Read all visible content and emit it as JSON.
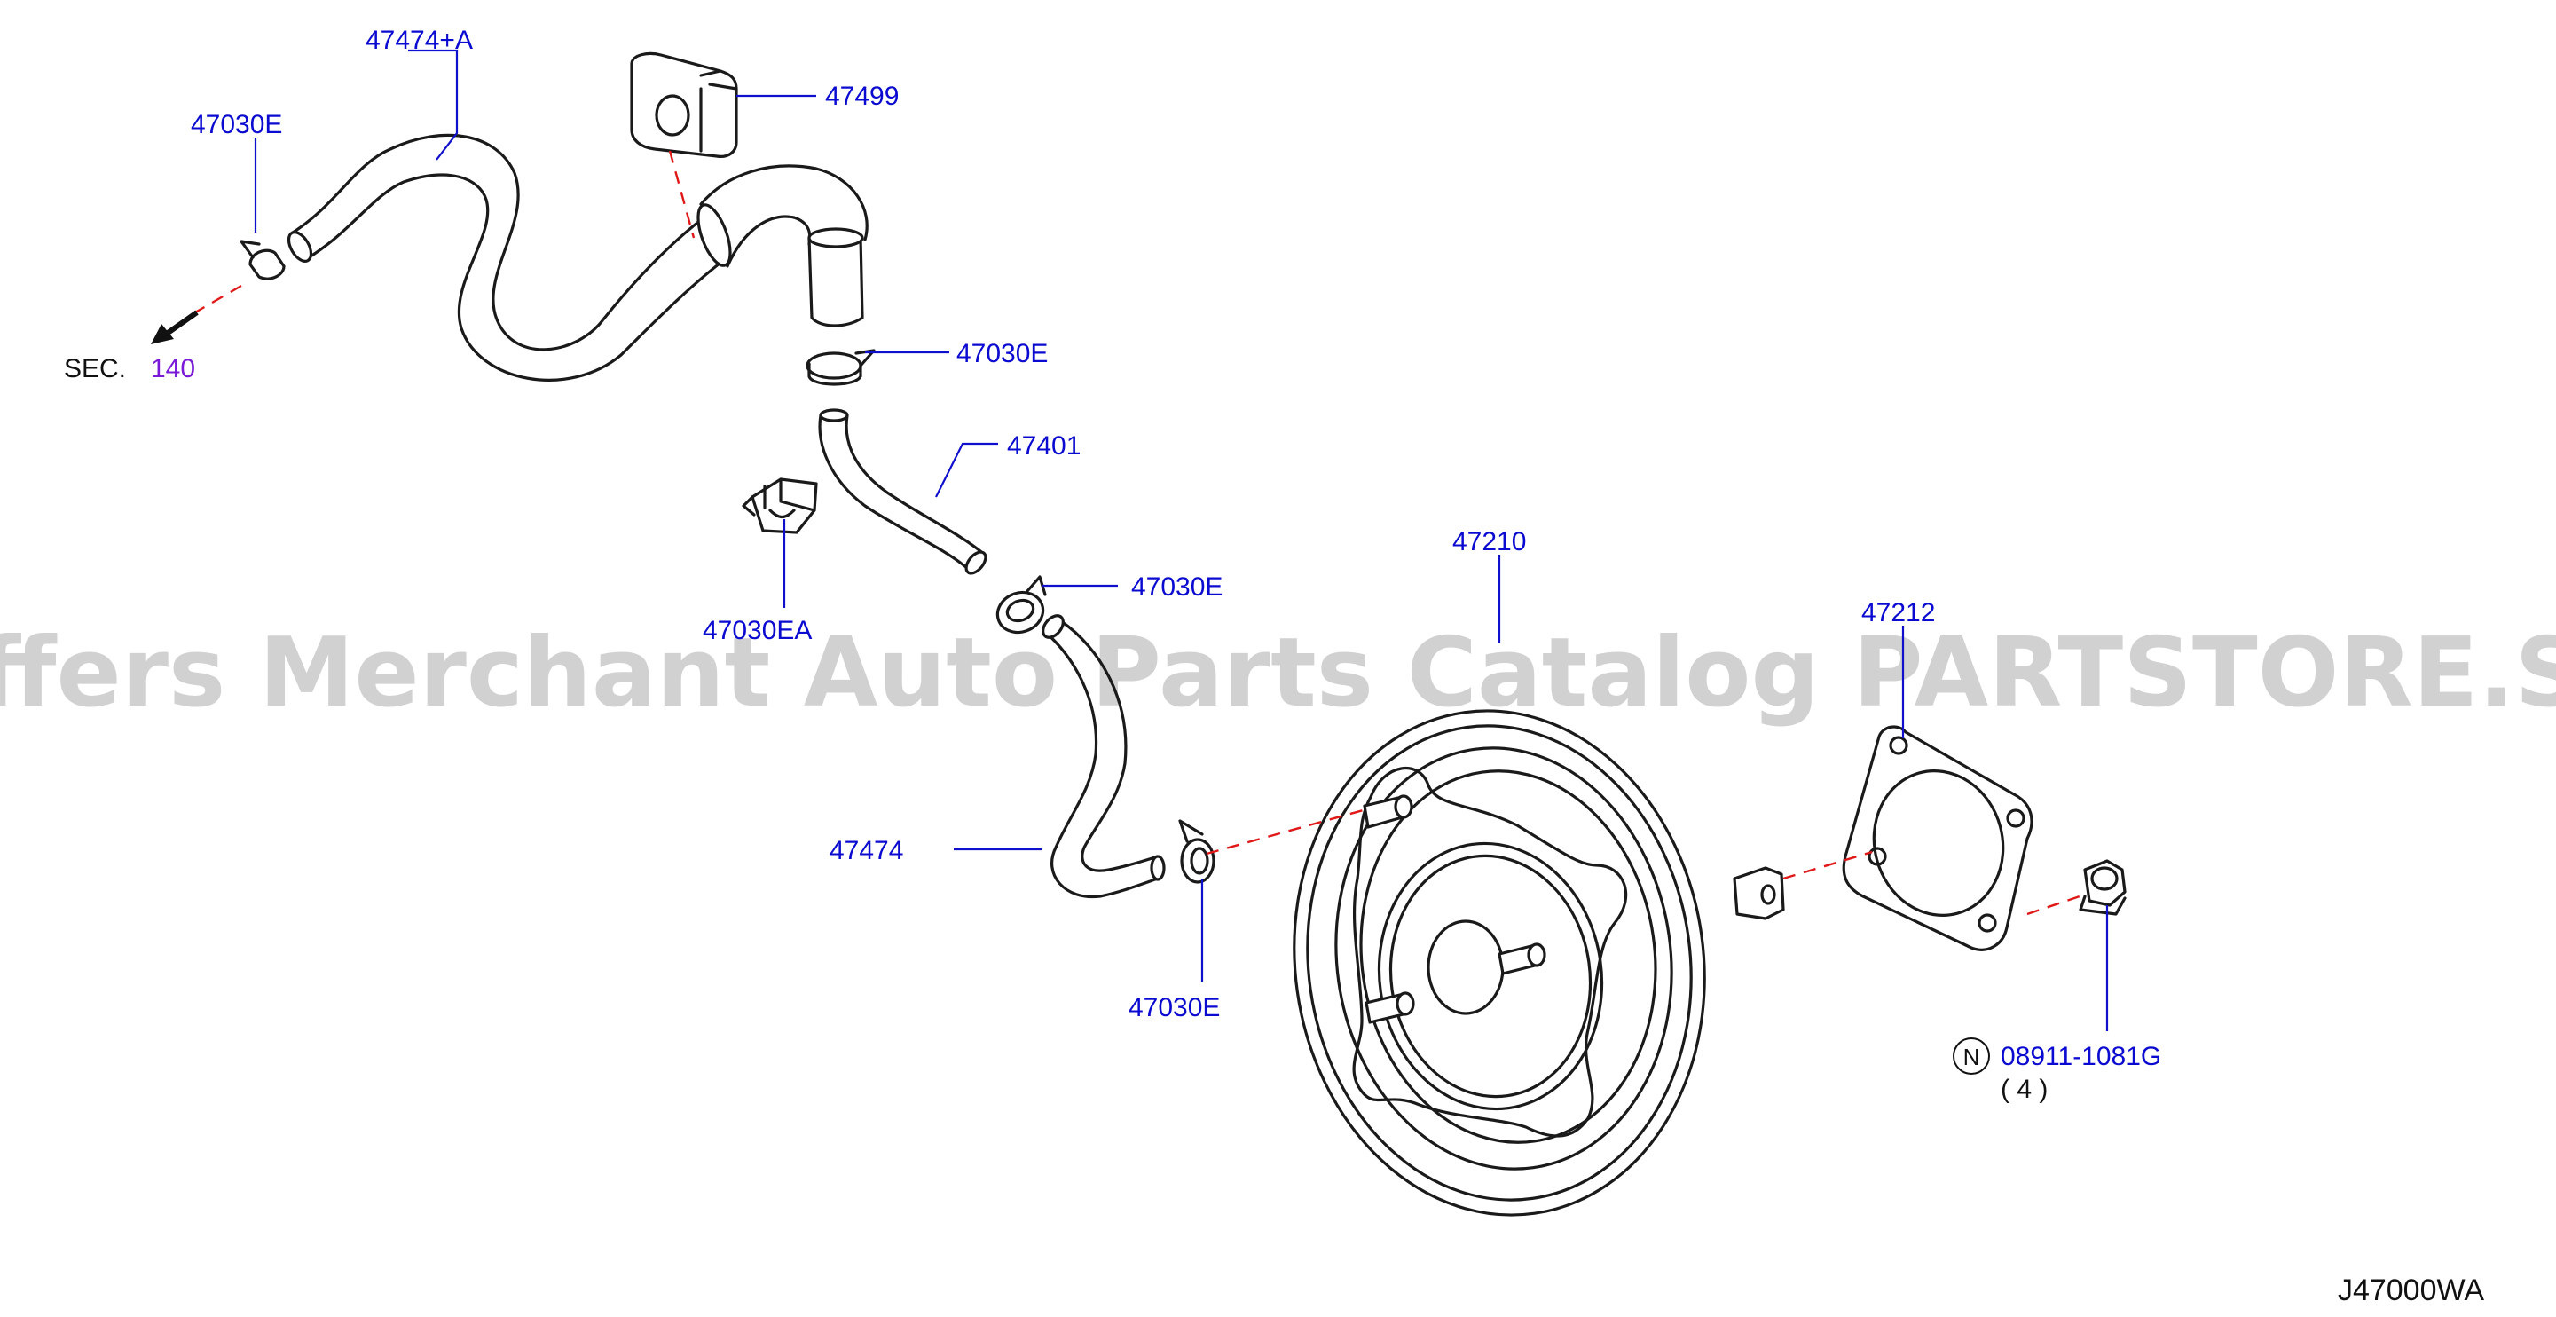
{
  "watermark": "Offers Merchant Auto Parts Catalog PARTSTORE.SA",
  "diagram_code": "J47000WA",
  "section_ref": {
    "prefix": "SEC.",
    "number": "140"
  },
  "labels": {
    "hose_upper": "47474+A",
    "clamp_top_left": "47030E",
    "bracket_top": "47499",
    "clamp_mid": "47030E",
    "tube": "47401",
    "clip": "47030EA",
    "clamp_lower": "47030E",
    "hose_lower": "47474",
    "clamp_bottom": "47030E",
    "booster": "47210",
    "gasket": "47212",
    "nut_symbol": "N",
    "nut": "08911-1081G",
    "nut_qty": "( 4 )"
  }
}
